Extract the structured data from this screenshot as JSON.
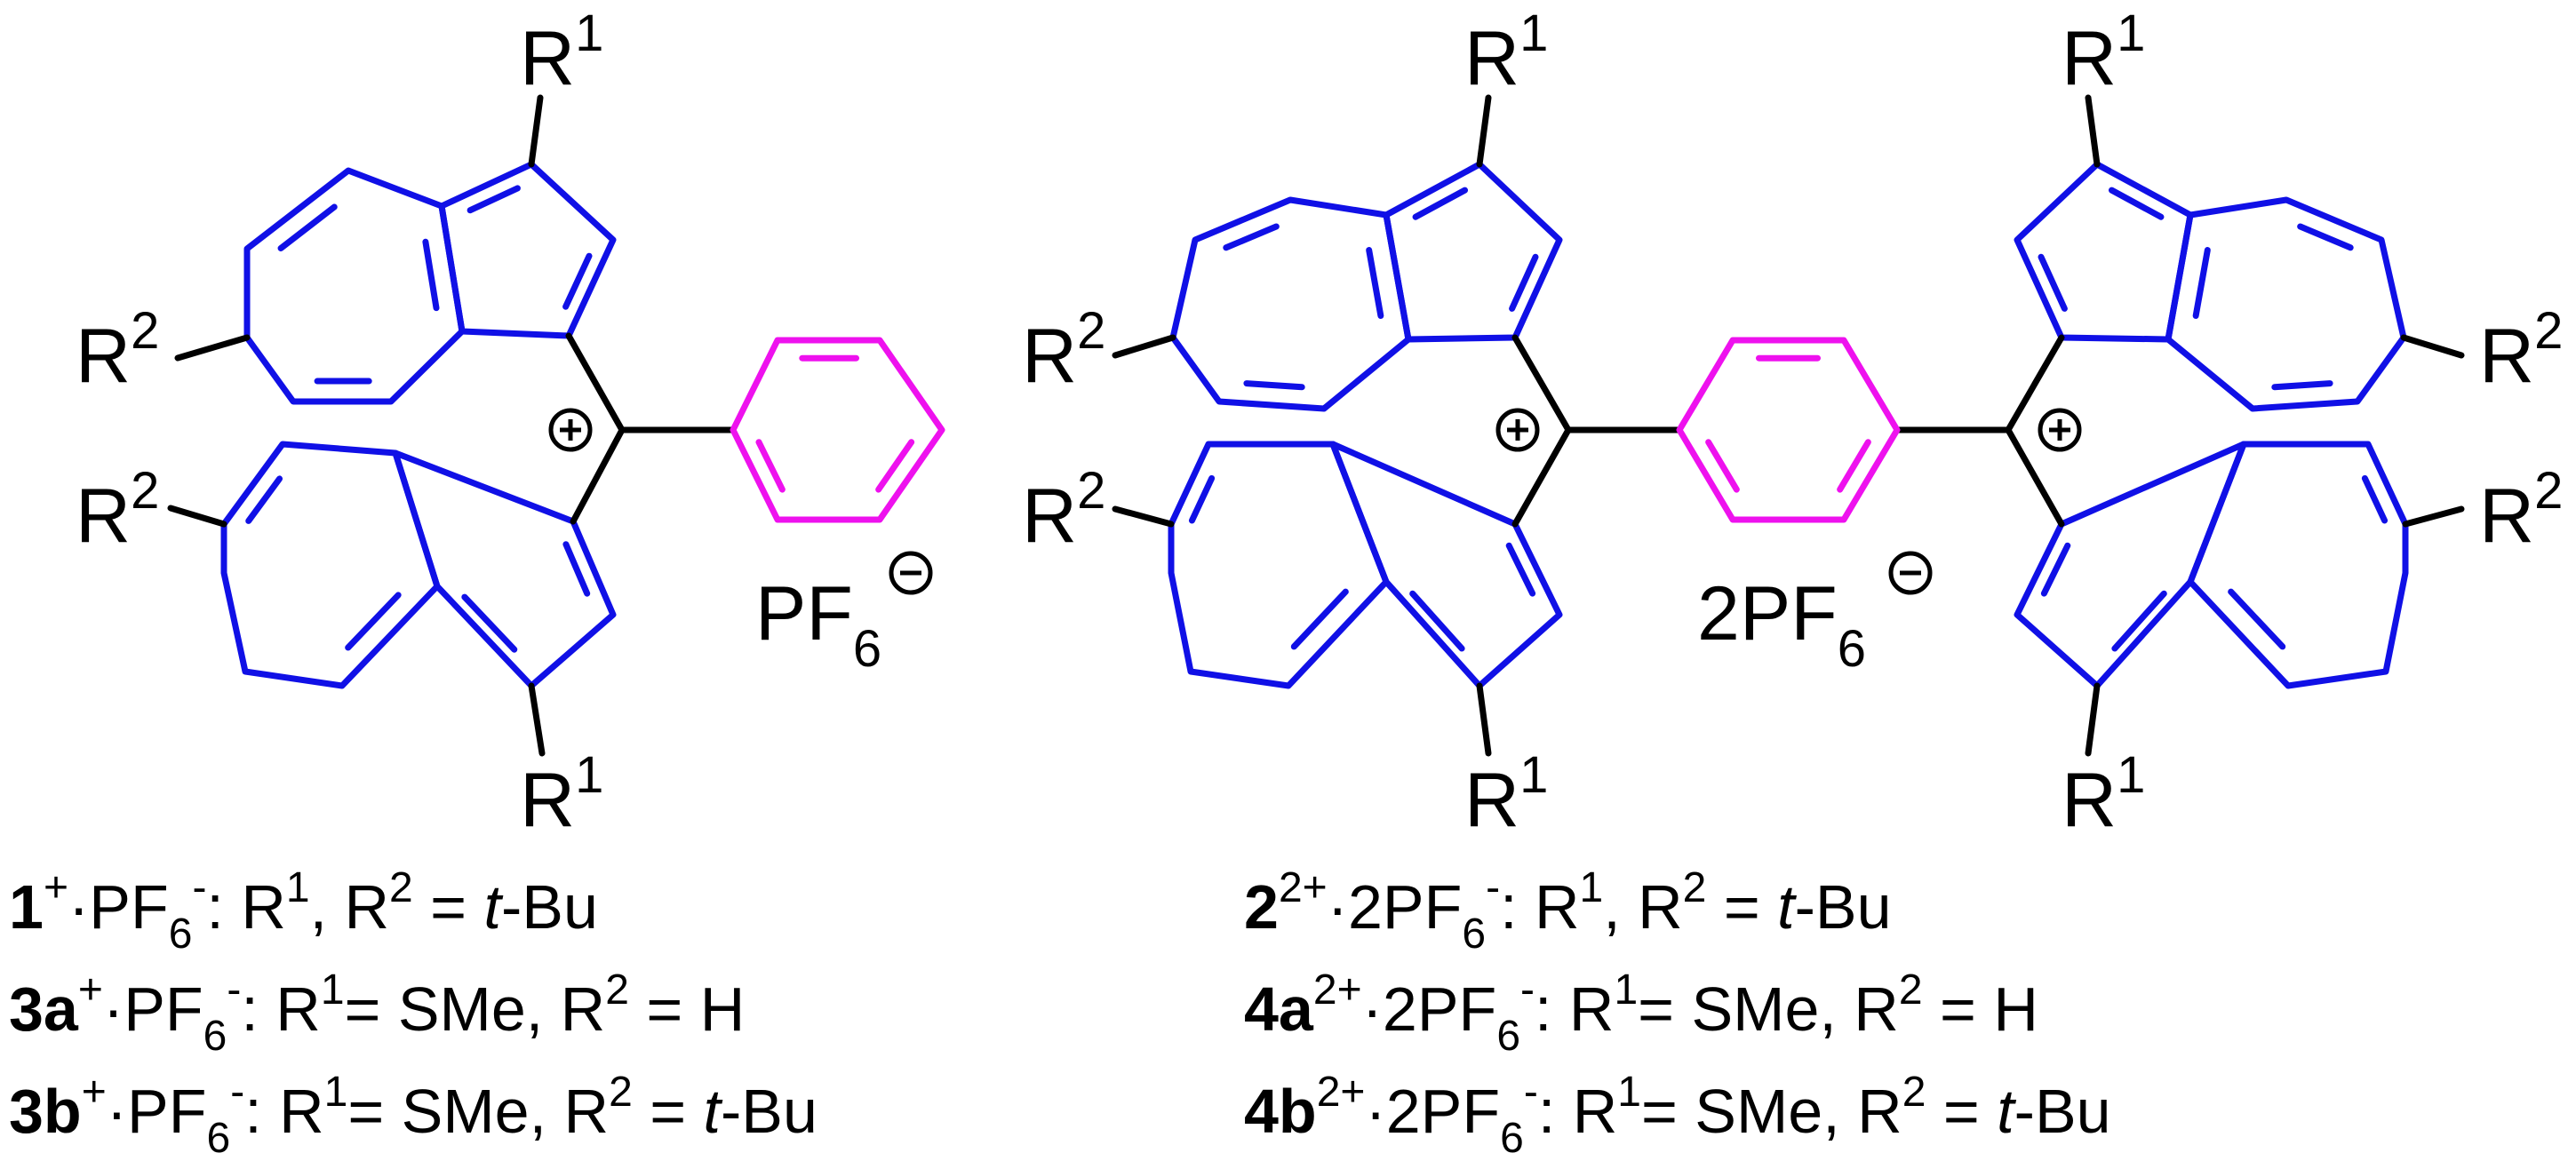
{
  "colors": {
    "azulene": "#1010e6",
    "phenyl": "#ee11ee",
    "bond": "#000000"
  },
  "atoms": {
    "R": "R",
    "one": "1",
    "two": "2",
    "charge_plus": "+",
    "charge_minus": "−"
  },
  "counterions": {
    "mono": {
      "main": "PF",
      "sub": "6"
    },
    "di": {
      "main": "2PF",
      "sub": "6"
    }
  },
  "legend": {
    "left": [
      {
        "id": "1",
        "charge": "+",
        "salt": "·PF",
        "sub": "6",
        "anion": "-",
        "r1": ": R",
        "r1sup": "1",
        "r2": ", R",
        "r2sup": "2",
        "eq": " = ",
        "italic": "t",
        "tail": "-Bu"
      },
      {
        "id": "3a",
        "charge": "+",
        "salt": "·PF",
        "sub": "6",
        "anion": "-",
        "r1": ": R",
        "r1sup": "1",
        "r2": "= SMe, R",
        "r2sup": "2",
        "eq": " = H",
        "italic": "",
        "tail": ""
      },
      {
        "id": "3b",
        "charge": "+",
        "salt": "·PF",
        "sub": "6",
        "anion": "-",
        "r1": ": R",
        "r1sup": "1",
        "r2": "= SMe, R",
        "r2sup": "2",
        "eq": " = ",
        "italic": "t",
        "tail": "-Bu"
      }
    ],
    "right": [
      {
        "id": "2",
        "charge": "2+",
        "salt": "·2PF",
        "sub": "6",
        "anion": "-",
        "r1": ": R",
        "r1sup": "1",
        "r2": ", R",
        "r2sup": "2",
        "eq": " = ",
        "italic": "t",
        "tail": "-Bu"
      },
      {
        "id": "4a",
        "charge": "2+",
        "salt": "·2PF",
        "sub": "6",
        "anion": "-",
        "r1": ": R",
        "r1sup": "1",
        "r2": "= SMe, R",
        "r2sup": "2",
        "eq": " = H",
        "italic": "",
        "tail": ""
      },
      {
        "id": "4b",
        "charge": "2+",
        "salt": "·2PF",
        "sub": "6",
        "anion": "-",
        "r1": ": R",
        "r1sup": "1",
        "r2": "= SMe, R",
        "r2sup": "2",
        "eq": " = ",
        "italic": "t",
        "tail": "-Bu"
      }
    ]
  }
}
